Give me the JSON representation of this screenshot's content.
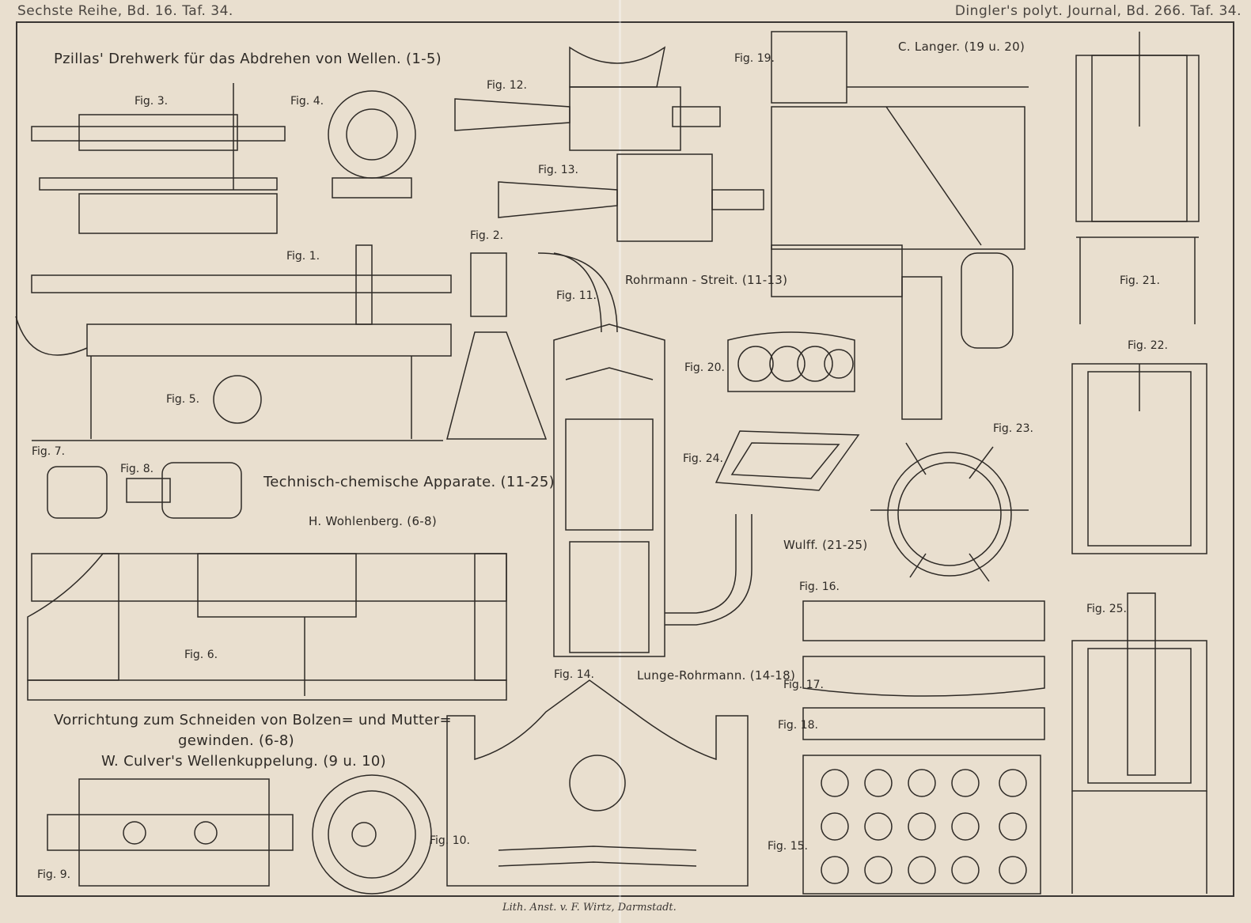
{
  "header": {
    "left": "Sechste Reihe, Bd. 16. Taf. 34.",
    "right": "Dingler's polyt. Journal, Bd. 266. Taf. 34."
  },
  "titles": {
    "pzillas": "Pzillas' Drehwerk für das Abdrehen von Wellen. (1-5)",
    "langer": "C. Langer. (19 u. 20)",
    "rohrmann_streit": "Rohrmann - Streit. (11-13)",
    "technisch": "Technisch-chemische Apparate. (11-25)",
    "wohlenberg": "H. Wohlenberg. (6-8)",
    "wulff": "Wulff. (21-25)",
    "lunge": "Lunge-Rohrmann. (14-18)",
    "vorrichtung_1": "Vorrichtung zum Schneiden von Bolzen= und Mutter=",
    "vorrichtung_2": "gewinden. (6-8)",
    "culver": "W. Culver's Wellenkuppelung. (9 u. 10)"
  },
  "figures": {
    "f1": "Fig. 1.",
    "f2": "Fig. 2.",
    "f3": "Fig. 3.",
    "f4": "Fig. 4.",
    "f5": "Fig. 5.",
    "f6": "Fig. 6.",
    "f7": "Fig. 7.",
    "f8": "Fig. 8.",
    "f9": "Fig. 9.",
    "f10": "Fig. 10.",
    "f11": "Fig. 11.",
    "f12": "Fig. 12.",
    "f13": "Fig. 13.",
    "f14": "Fig. 14.",
    "f15": "Fig. 15.",
    "f16": "Fig. 16.",
    "f17": "Fig. 17.",
    "f18": "Fig. 18.",
    "f19": "Fig. 19.",
    "f20": "Fig. 20.",
    "f21": "Fig. 21.",
    "f22": "Fig. 22.",
    "f23": "Fig. 23.",
    "f24": "Fig. 24.",
    "f25": "Fig. 25."
  },
  "imprint": "Lith. Anst. v. F. Wirtz, Darmstadt."
}
